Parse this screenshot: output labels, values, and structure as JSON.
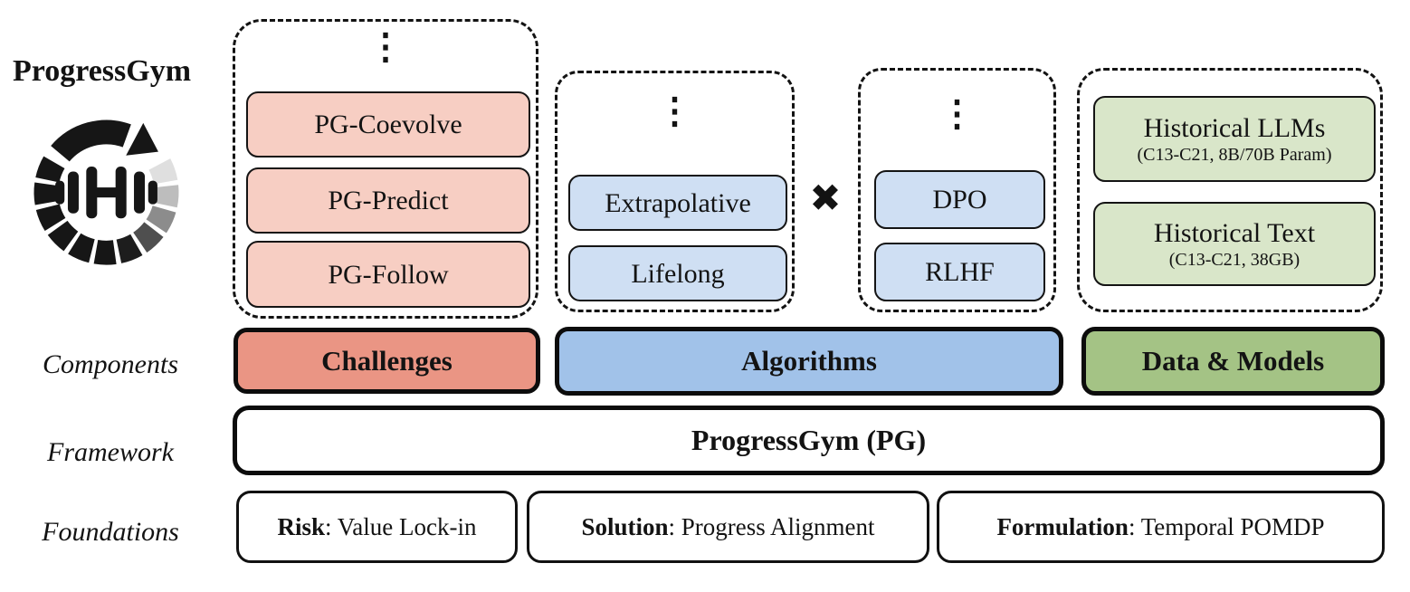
{
  "colors": {
    "salmon_light": "#f7cec3",
    "salmon": "#ea9584",
    "blue_light": "#cfdff3",
    "blue": "#a1c2e9",
    "green_light": "#d9e6c9",
    "green": "#a4c385",
    "ink": "#131313"
  },
  "brand": {
    "title": "ProgressGym"
  },
  "icons": {
    "vertical_ellipsis": "⋮",
    "cross_multiply": "✖"
  },
  "challenge_group": {
    "items": [
      "PG-Coevolve",
      "PG-Predict",
      "PG-Follow"
    ]
  },
  "algo_type_group": {
    "items": [
      "Extrapolative",
      "Lifelong"
    ]
  },
  "algo_method_group": {
    "items": [
      "DPO",
      "RLHF"
    ]
  },
  "data_group": {
    "items": [
      {
        "title": "Historical LLMs",
        "subtitle": "(C13-C21, 8B/70B Param)"
      },
      {
        "title": "Historical Text",
        "subtitle": "(C13-C21, 38GB)"
      }
    ]
  },
  "components_row": {
    "label": "Components",
    "challenges": "Challenges",
    "algorithms": "Algorithms",
    "data_models": "Data & Models"
  },
  "framework_row": {
    "label": "Framework",
    "box": "ProgressGym (PG)"
  },
  "foundations_row": {
    "label": "Foundations",
    "items": [
      {
        "keyword": "Risk",
        "rest": ": Value Lock-in"
      },
      {
        "keyword": "Solution",
        "rest": ": Progress Alignment"
      },
      {
        "keyword": "Formulation",
        "rest": ": Temporal POMDP"
      }
    ]
  }
}
